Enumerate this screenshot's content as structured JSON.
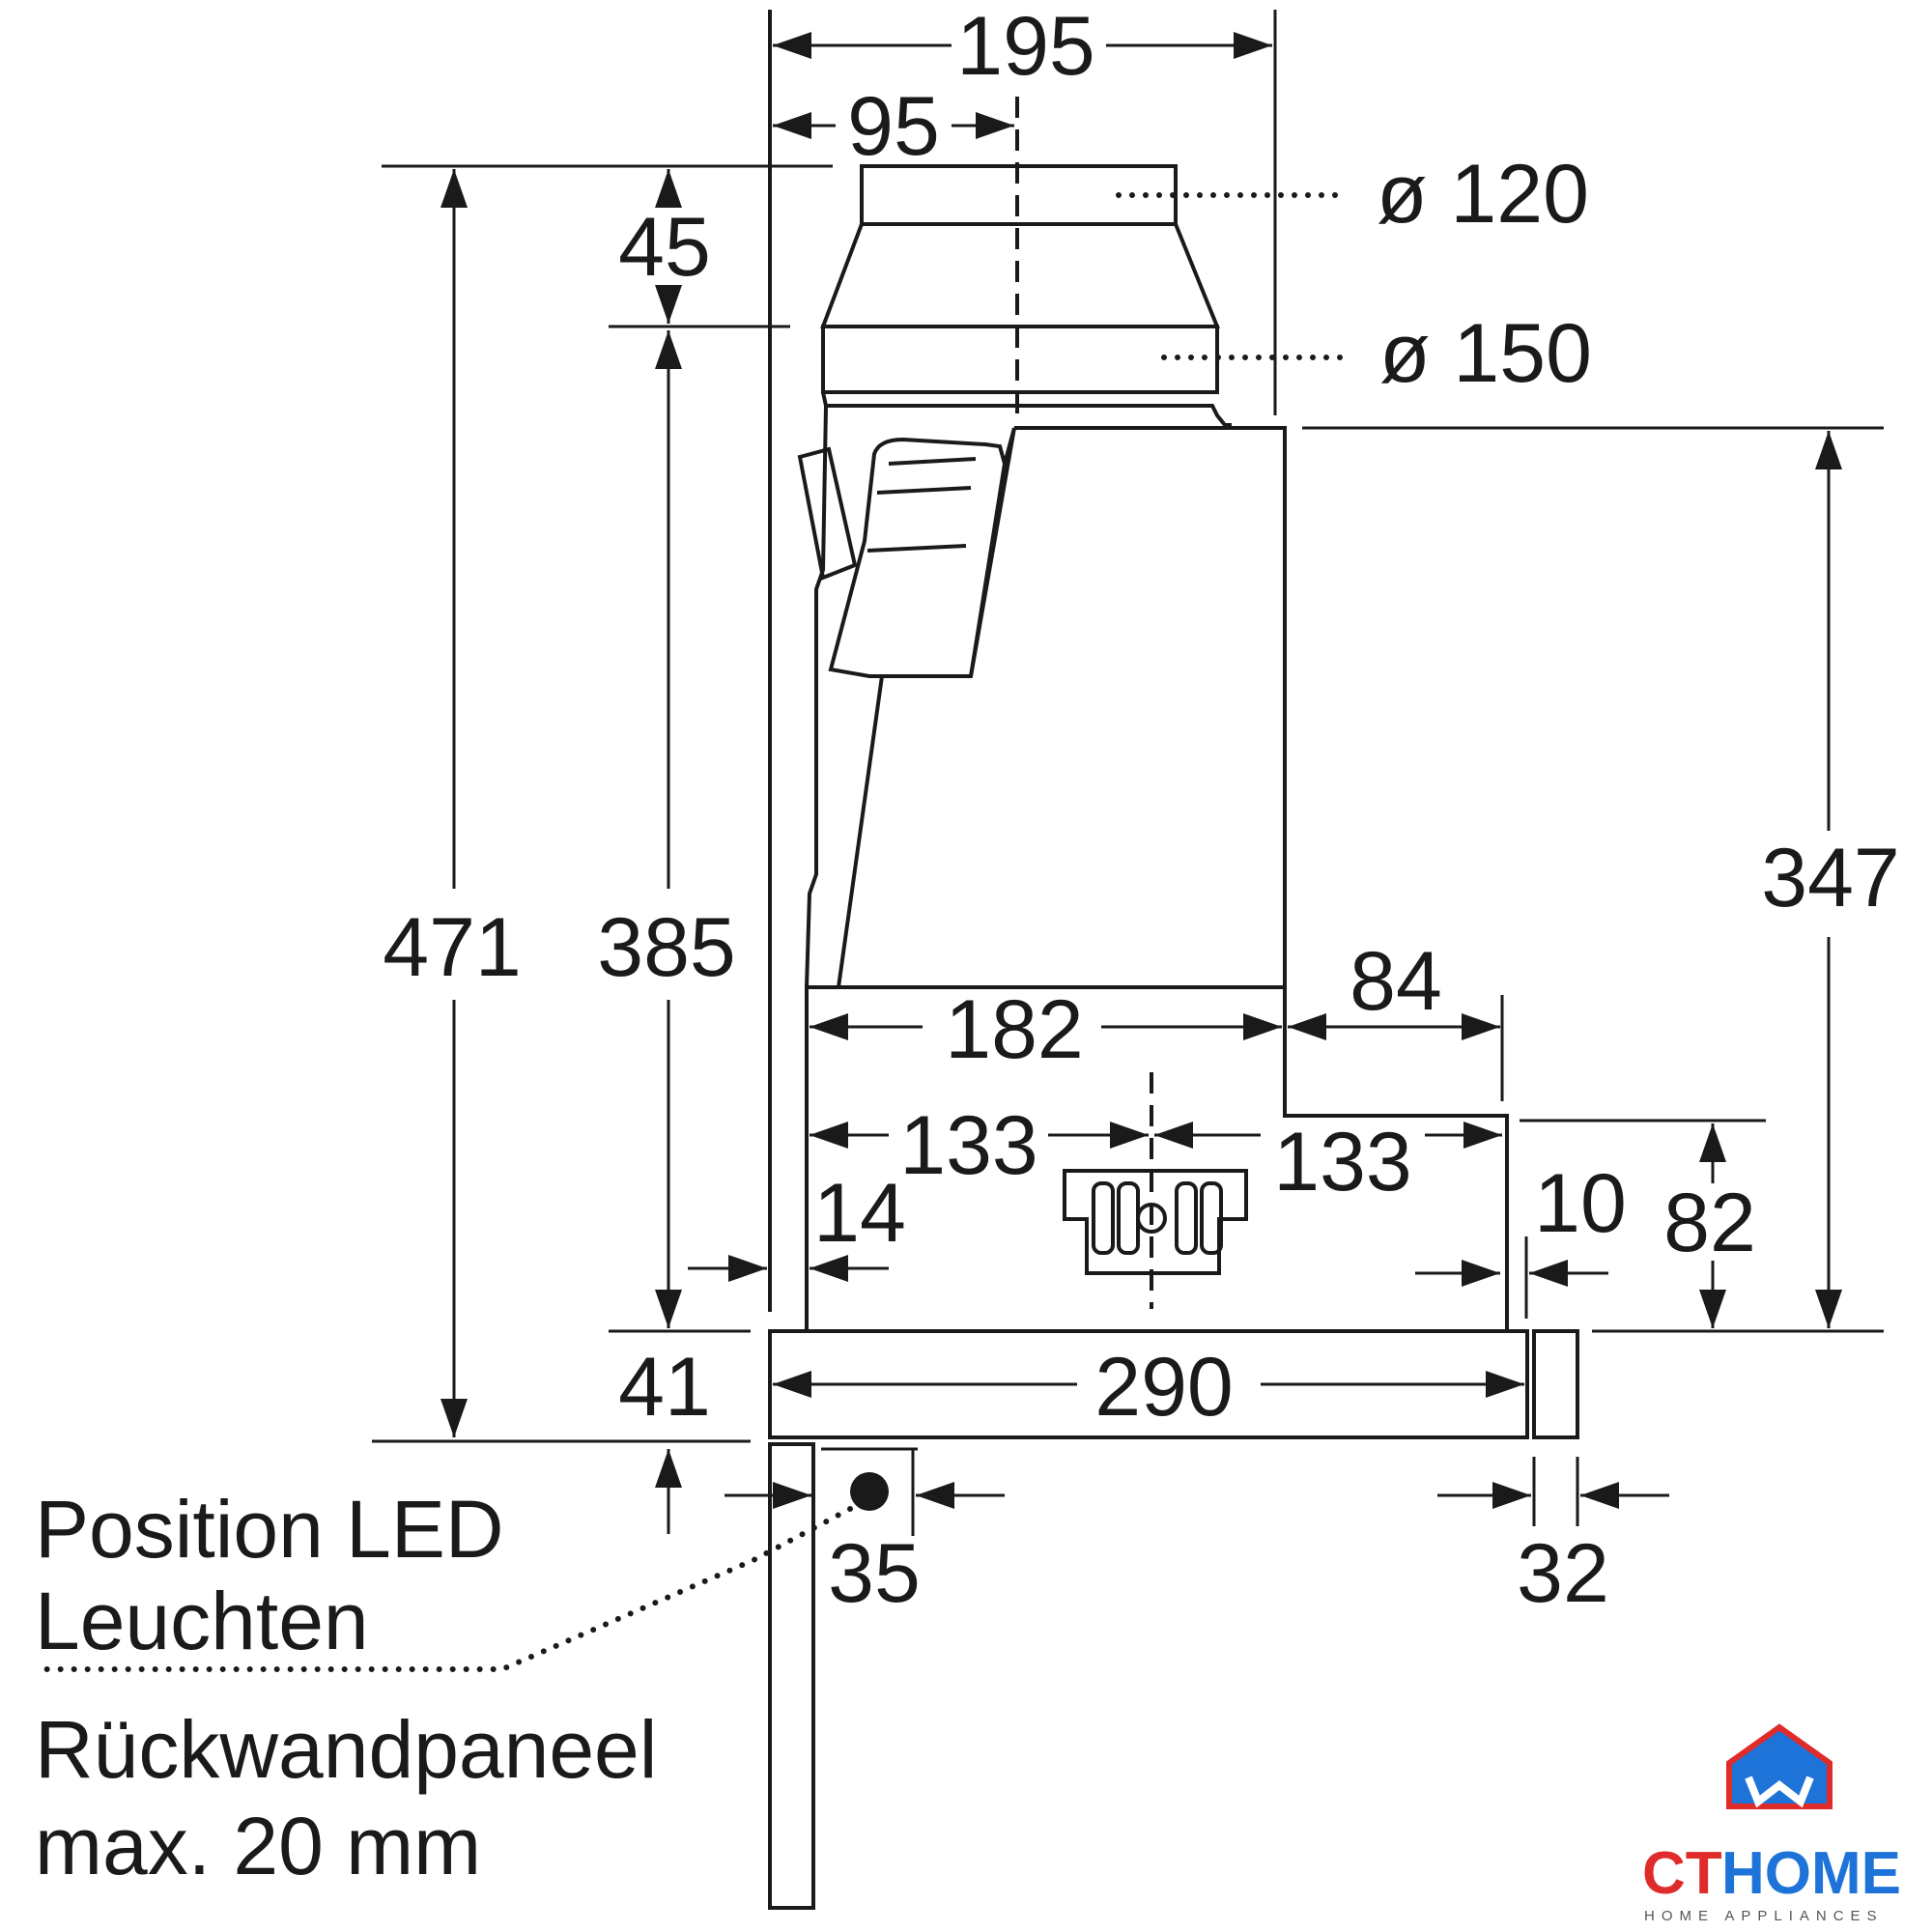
{
  "dimensions": {
    "d195": "195",
    "d95": "95",
    "d45": "45",
    "d471": "471",
    "d385": "385",
    "d41": "41",
    "d347": "347",
    "d182": "182",
    "d84": "84",
    "d133_left": "133",
    "d133_right": "133",
    "d14": "14",
    "d10": "10",
    "d82": "82",
    "d290": "290",
    "d35": "35",
    "d32": "32"
  },
  "diameters": {
    "d120": "ø 120",
    "d150": "ø 150"
  },
  "labels": {
    "led_line1": "Position LED",
    "led_line2": "Leuchten",
    "panel_line1": "Rückwandpaneel",
    "panel_line2": "max. 20 mm"
  },
  "logo": {
    "ct": "CT",
    "home": "HOME",
    "sub": "HOME APPLIANCES",
    "colors": {
      "red": "#e02b2b",
      "blue": "#1e73d8"
    }
  }
}
